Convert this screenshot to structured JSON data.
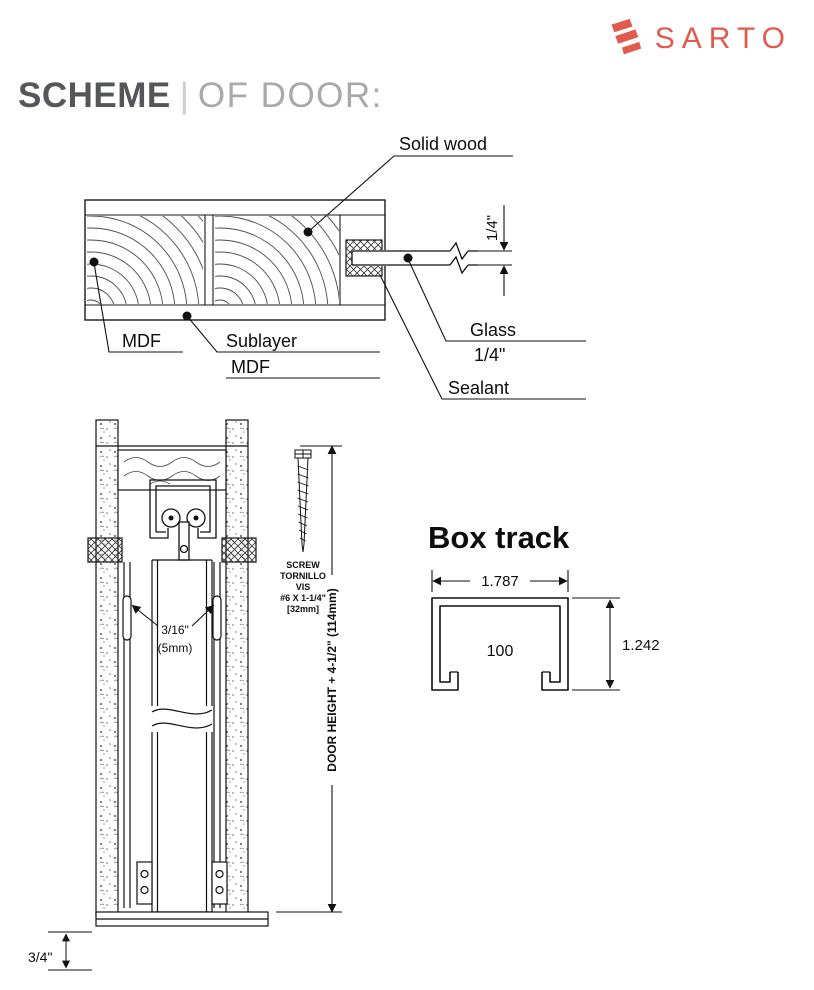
{
  "brand": {
    "name": "SARTO",
    "color": "#e05a4e"
  },
  "header": {
    "title_bold": "SCHEME",
    "separator": "|",
    "title_rest": "OF DOOR:"
  },
  "door_section": {
    "label_solid_wood": "Solid wood",
    "dim_quarter": "1/4\"",
    "label_mdf": "MDF",
    "label_sublayer_line1": "Sublayer",
    "label_sublayer_line2": "MDF",
    "label_glass_line1": "Glass",
    "label_glass_line2": "1/4\"",
    "label_sealant": "Sealant"
  },
  "track_section": {
    "screw_line1": "SCREW",
    "screw_line2": "TORNILLO",
    "screw_line3": "VIS",
    "screw_line4": "#6 X 1-1/4\"",
    "screw_line5": "[32mm]",
    "gap_line1": "3/16\"",
    "gap_line2": "(5mm)",
    "door_height": "DOOR HEIGHT + 4-1/2\" (114mm)",
    "floor_gap": "3/4\""
  },
  "box_track": {
    "title": "Box track",
    "dim_width": "1.787",
    "dim_inner": "100",
    "dim_height": "1.242"
  }
}
